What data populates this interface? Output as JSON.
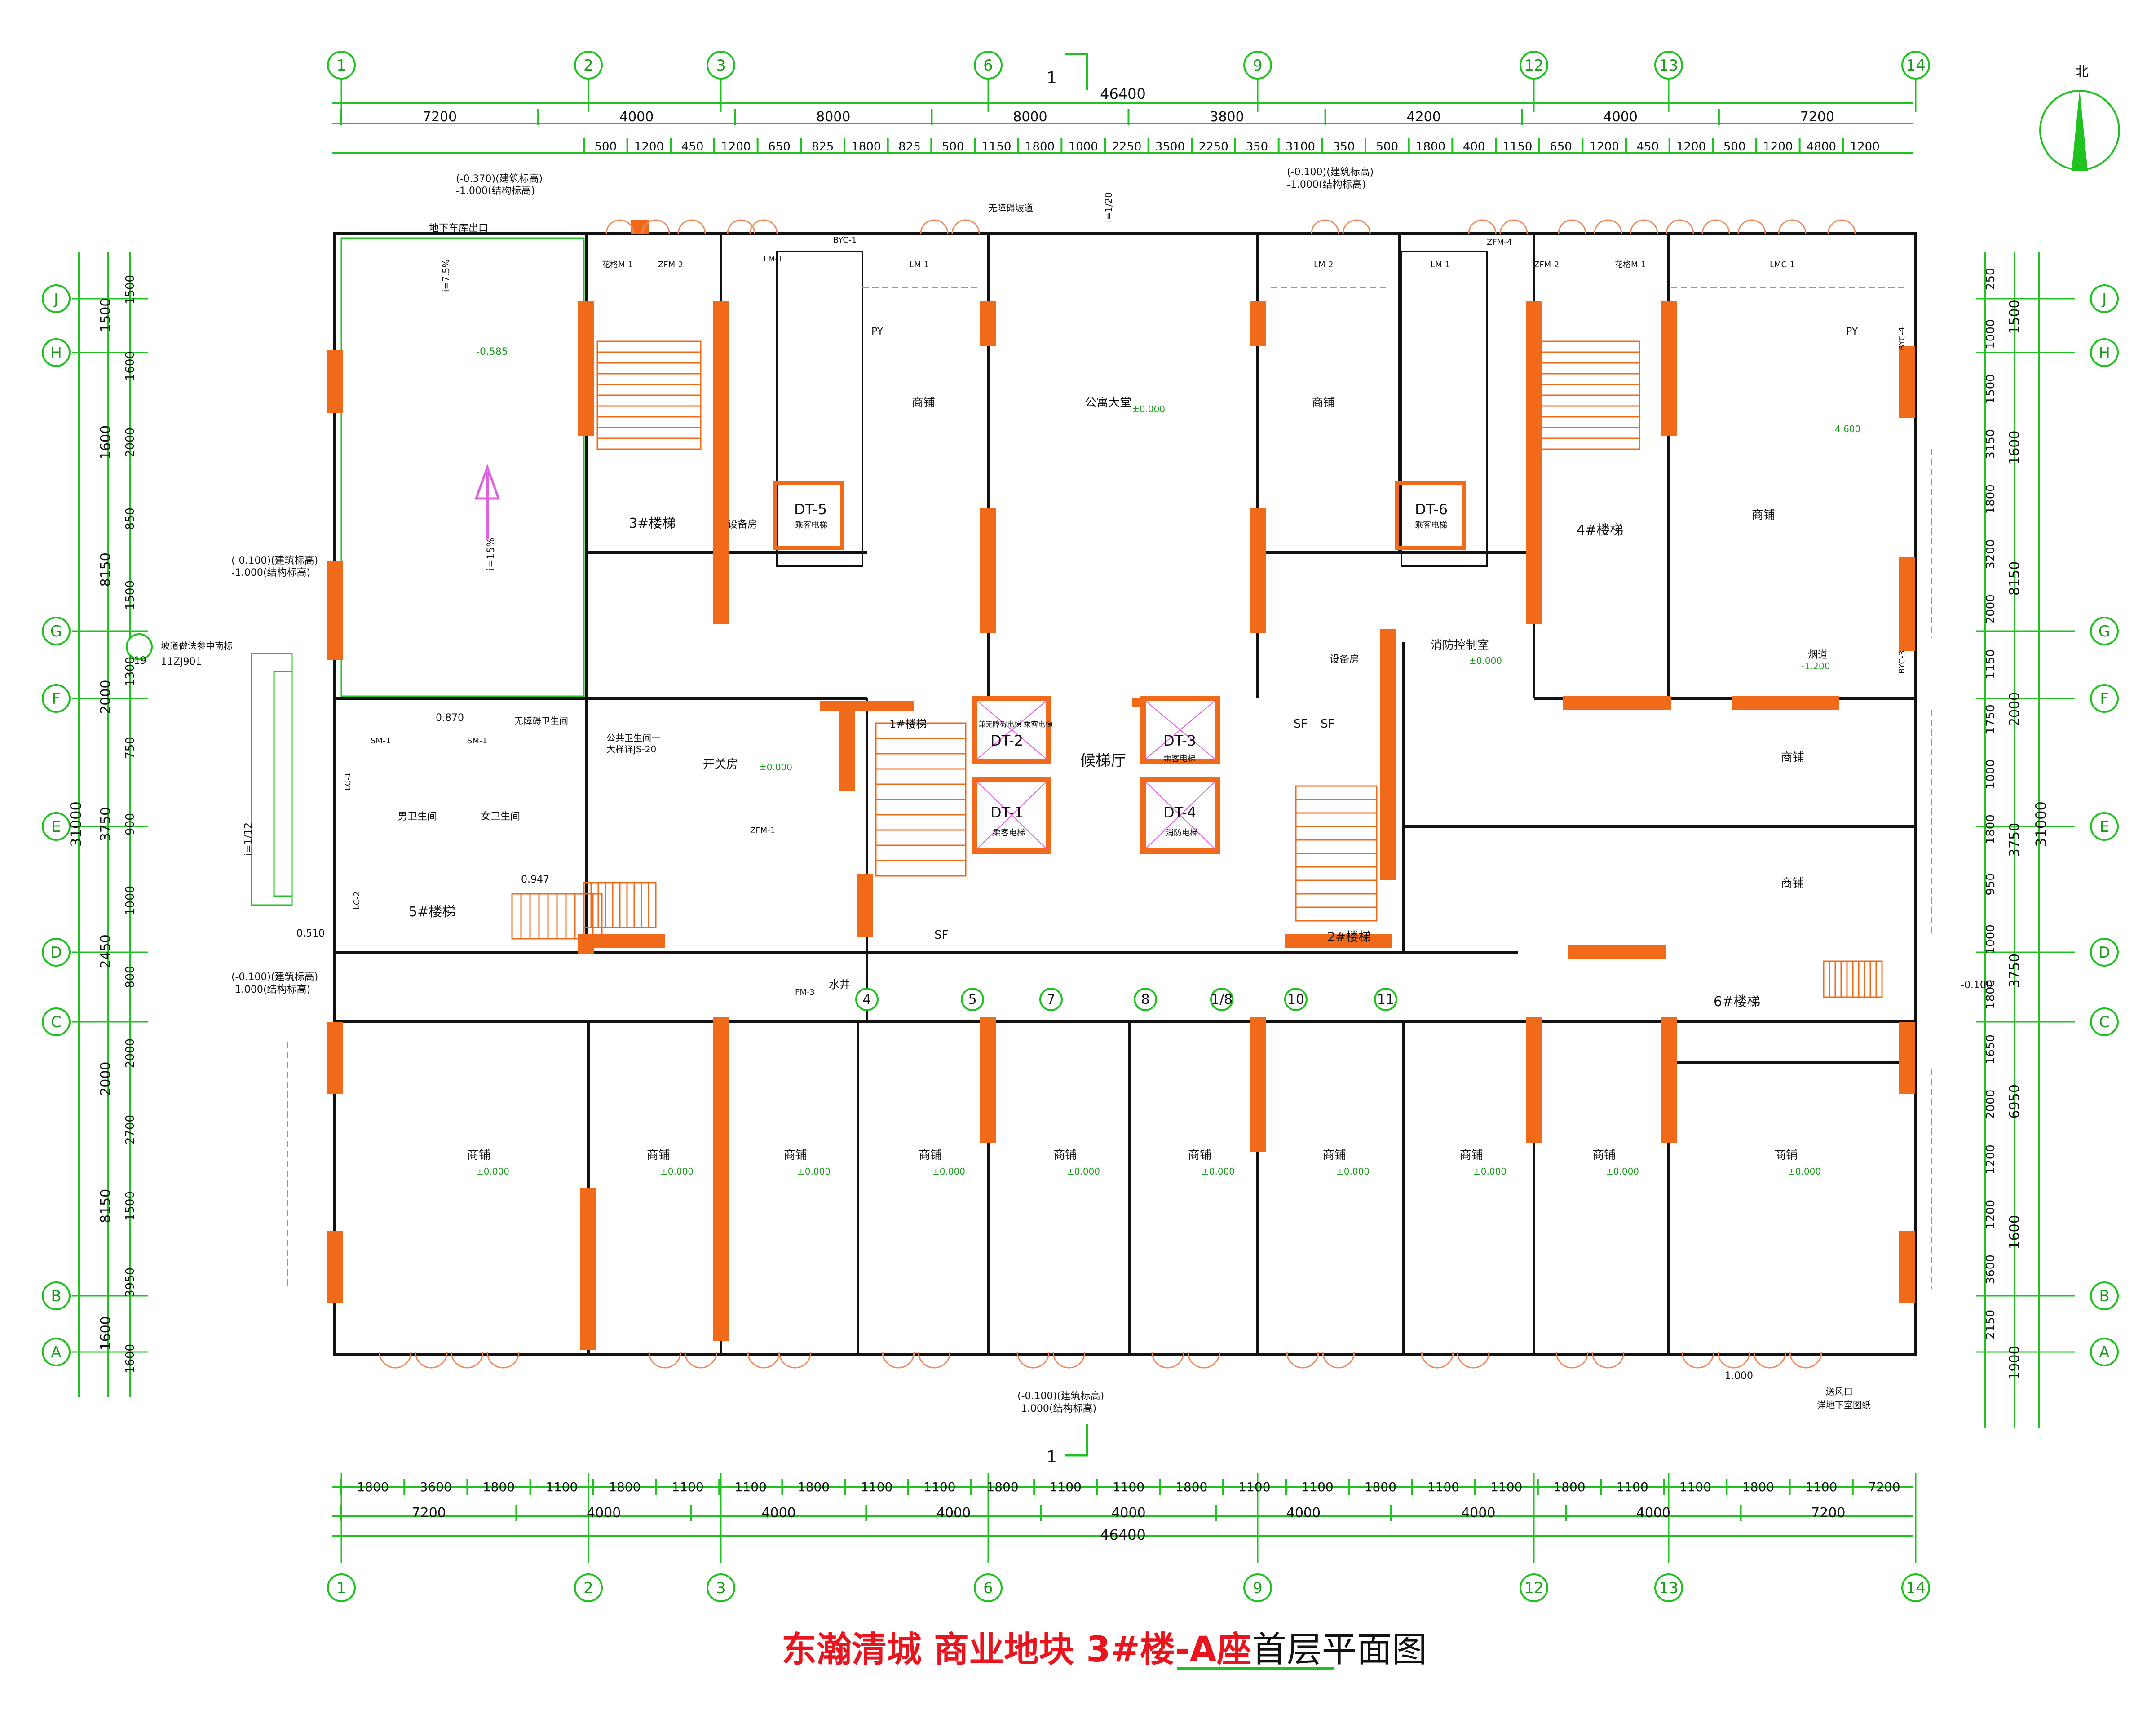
{
  "title": {
    "project": "东瀚清城  商业地块  3#楼-A座",
    "sheet": "首层平面图"
  },
  "north_label": "北",
  "section_mark": "1",
  "colors": {
    "dimension": "#1fc21f",
    "column": "#f06a1a",
    "wall": "#111111",
    "title_red": "#e8141e",
    "window": "#e060e0"
  },
  "axes_vertical": [
    "1",
    "2",
    "3",
    "6",
    "9",
    "12",
    "13",
    "14"
  ],
  "axes_horizontal": [
    "J",
    "H",
    "G",
    "F",
    "E",
    "D",
    "C",
    "B",
    "A"
  ],
  "axes_intermediate": [
    "4",
    "5",
    "7",
    "8",
    "1/8",
    "10",
    "11"
  ],
  "top_dims": {
    "total": "46400",
    "bays": [
      "7200",
      "4000",
      "8000",
      "8000",
      "3800",
      "4200",
      "4000",
      "7200"
    ],
    "details": [
      "500",
      "1200",
      "450",
      "1200",
      "650",
      "825",
      "1800",
      "825",
      "500",
      "1150",
      "1800",
      "1000",
      "2250",
      "3500",
      "2250",
      "350",
      "3100",
      "350",
      "500",
      "1800",
      "400",
      "1150",
      "650",
      "1200",
      "450",
      "1200",
      "500",
      "1200",
      "4800",
      "1200"
    ]
  },
  "bottom_dims": {
    "total": "46400",
    "bays": [
      "7200",
      "4000",
      "4000",
      "4000",
      "4000",
      "4000",
      "4000",
      "4000",
      "7200"
    ],
    "details": [
      "1800",
      "3600",
      "1800",
      "1100",
      "1800",
      "1100",
      "1100",
      "1800",
      "1100",
      "1100",
      "1800",
      "1100",
      "1100",
      "1800",
      "1100",
      "1100",
      "1800",
      "1100",
      "1100",
      "1800",
      "1100",
      "1100",
      "1800",
      "1100",
      "7200"
    ]
  },
  "left_dims": {
    "total": "31000",
    "spans": [
      "1500",
      "1600",
      "8150",
      "2000",
      "3750",
      "2450",
      "2000",
      "8150",
      "1600"
    ],
    "details": [
      "1500",
      "1600",
      "2000",
      "850",
      "1500",
      "1300",
      "750",
      "900",
      "1000",
      "800",
      "2000",
      "2700",
      "1500",
      "3950",
      "1600"
    ]
  },
  "right_dims": {
    "total": "31000",
    "spans": [
      "1500",
      "1600",
      "8150",
      "2000",
      "3750",
      "3750",
      "6950",
      "1600",
      "1900"
    ],
    "details": [
      "250",
      "1000",
      "1500",
      "3150",
      "1800",
      "3200",
      "2000",
      "1150",
      "1750",
      "1000",
      "1800",
      "950",
      "1000",
      "1800",
      "1650",
      "2000",
      "1200",
      "1200",
      "3600",
      "2150"
    ]
  },
  "rooms": [
    {
      "name": "商铺",
      "elev": "4.600"
    },
    {
      "name": "公寓大堂",
      "elev": "±0.000"
    },
    {
      "name": "候梯厅",
      "elev": ""
    },
    {
      "name": "消防控制室",
      "elev": "±0.000"
    },
    {
      "name": "开关房",
      "elev": "±0.000"
    },
    {
      "name": "设备房",
      "elev": ""
    },
    {
      "name": "男卫生间",
      "elev": ""
    },
    {
      "name": "女卫生间",
      "elev": ""
    },
    {
      "name": "无障碍卫生间",
      "elev": ""
    },
    {
      "name": "水井",
      "elev": ""
    },
    {
      "name": "烟道",
      "elev": "-1.200"
    }
  ],
  "stairs": [
    "3#楼梯",
    "4#楼梯",
    "1#楼梯",
    "2#楼梯",
    "5#楼梯",
    "6#楼梯"
  ],
  "elevators": [
    "DT-5",
    "DT-6",
    "DT-2",
    "DT-1",
    "DT-3",
    "DT-4"
  ],
  "elevator_labels": [
    "乘客电梯",
    "乘客电梯",
    "兼无障碍电梯 乘客电梯",
    "乘客电梯",
    "乘客电梯",
    "消防电梯"
  ],
  "labels": {
    "garage_exit": "地下车库出口",
    "ramp_slope": "i=7.5%",
    "ramp_slope2": "i=15%",
    "ramp_elev": "-0.585",
    "ramp_note": "无障碍坡道",
    "ramp_slope3": "i=1/20",
    "ramp_slope4": "i=1/12",
    "elev_note_a": "(-0.370)(建筑标高)",
    "elev_note_b": "-1.000(结构标高)",
    "elev_note_c": "(-0.100)(建筑标高)",
    "elev_note_d": "-1.000(结构标高)",
    "public_toilet": "公共卫生间一",
    "detail_ref": "大样详JS-20",
    "ref_19": "19",
    "ref_std": "11ZJ901",
    "ref_note": "坡道做法参中南标",
    "air_intake": "送风口",
    "air_intake_note": "详地下室图纸",
    "value_1000": "1.000",
    "elev_0870": "0.870",
    "elev_0947": "0.947",
    "elev_0510": "0.510",
    "elev_0100n": "-0.100",
    "zero": "±0.000"
  },
  "doors": [
    "LM-1",
    "LM-2",
    "LMC-1",
    "ZFM-1",
    "ZFM-2",
    "ZFM-4",
    "BYC-1",
    "BYC-3",
    "BYC-4",
    "SM-1",
    "LC-1",
    "LC-2",
    "FM-3",
    "花格M-1",
    "PY",
    "SF"
  ]
}
